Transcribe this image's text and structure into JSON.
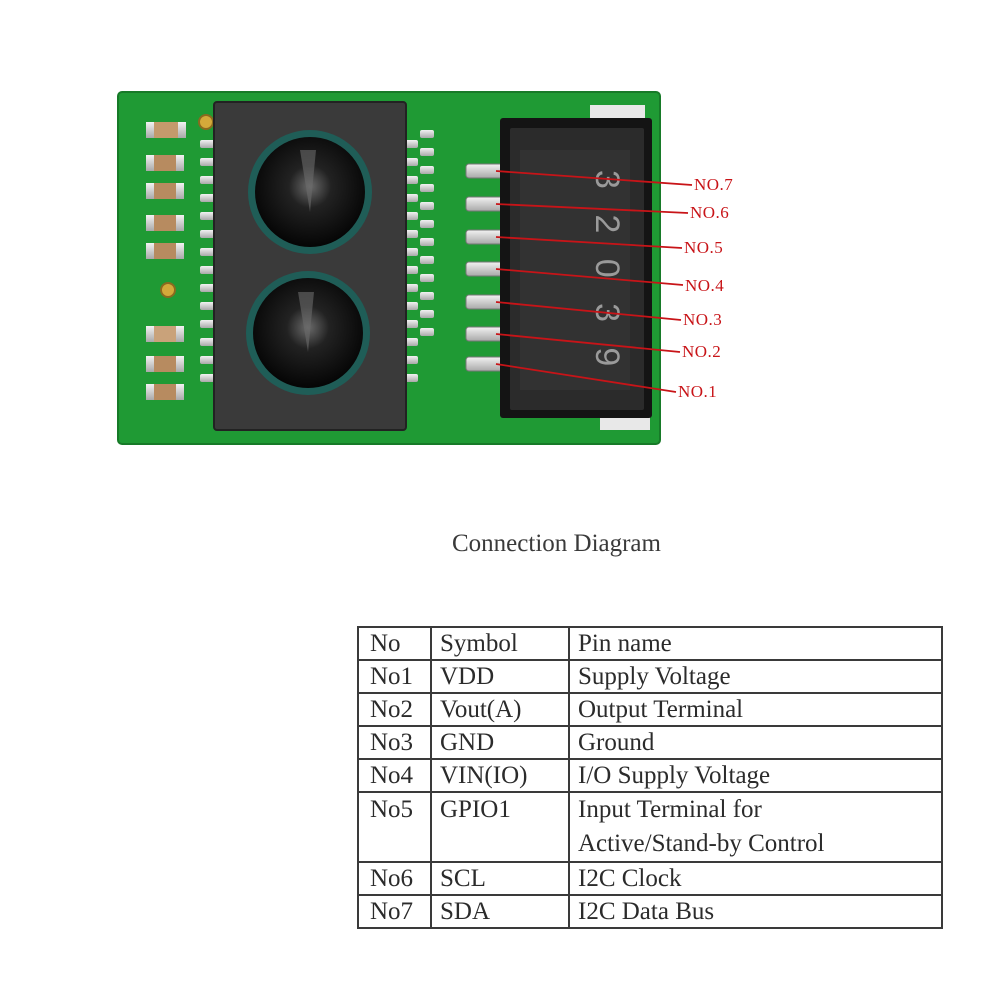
{
  "pin_labels": [
    "NO.7",
    "NO.6",
    "NO.5",
    "NO.4",
    "NO.3",
    "NO.2",
    "NO.1"
  ],
  "connector_marking": "3 2 0 3 9",
  "diagram": {
    "title": "Connection Diagram",
    "headers": {
      "no": "No",
      "symbol": "Symbol",
      "pin_name": "Pin name"
    },
    "rows": [
      {
        "no": "No1",
        "symbol": "VDD",
        "pin_name": "Supply Voltage"
      },
      {
        "no": "No2",
        "symbol": "Vout(A)",
        "pin_name": "Output Terminal"
      },
      {
        "no": "No3",
        "symbol": "GND",
        "pin_name": "Ground"
      },
      {
        "no": "No4",
        "symbol": "VIN(IO)",
        "pin_name": "I/O Supply Voltage"
      },
      {
        "no": "No5",
        "symbol": "GPIO1",
        "pin_name_line1": "Input Terminal for",
        "pin_name_line2": "Active/Stand-by Control"
      },
      {
        "no": "No6",
        "symbol": "SCL",
        "pin_name": "I2C Clock"
      },
      {
        "no": "No7",
        "symbol": "SDA",
        "pin_name": "I2C Data Bus"
      }
    ]
  },
  "colors": {
    "pcb": "#1f9a34",
    "label_red": "#c81418",
    "sensor": "#3a3a3a"
  }
}
